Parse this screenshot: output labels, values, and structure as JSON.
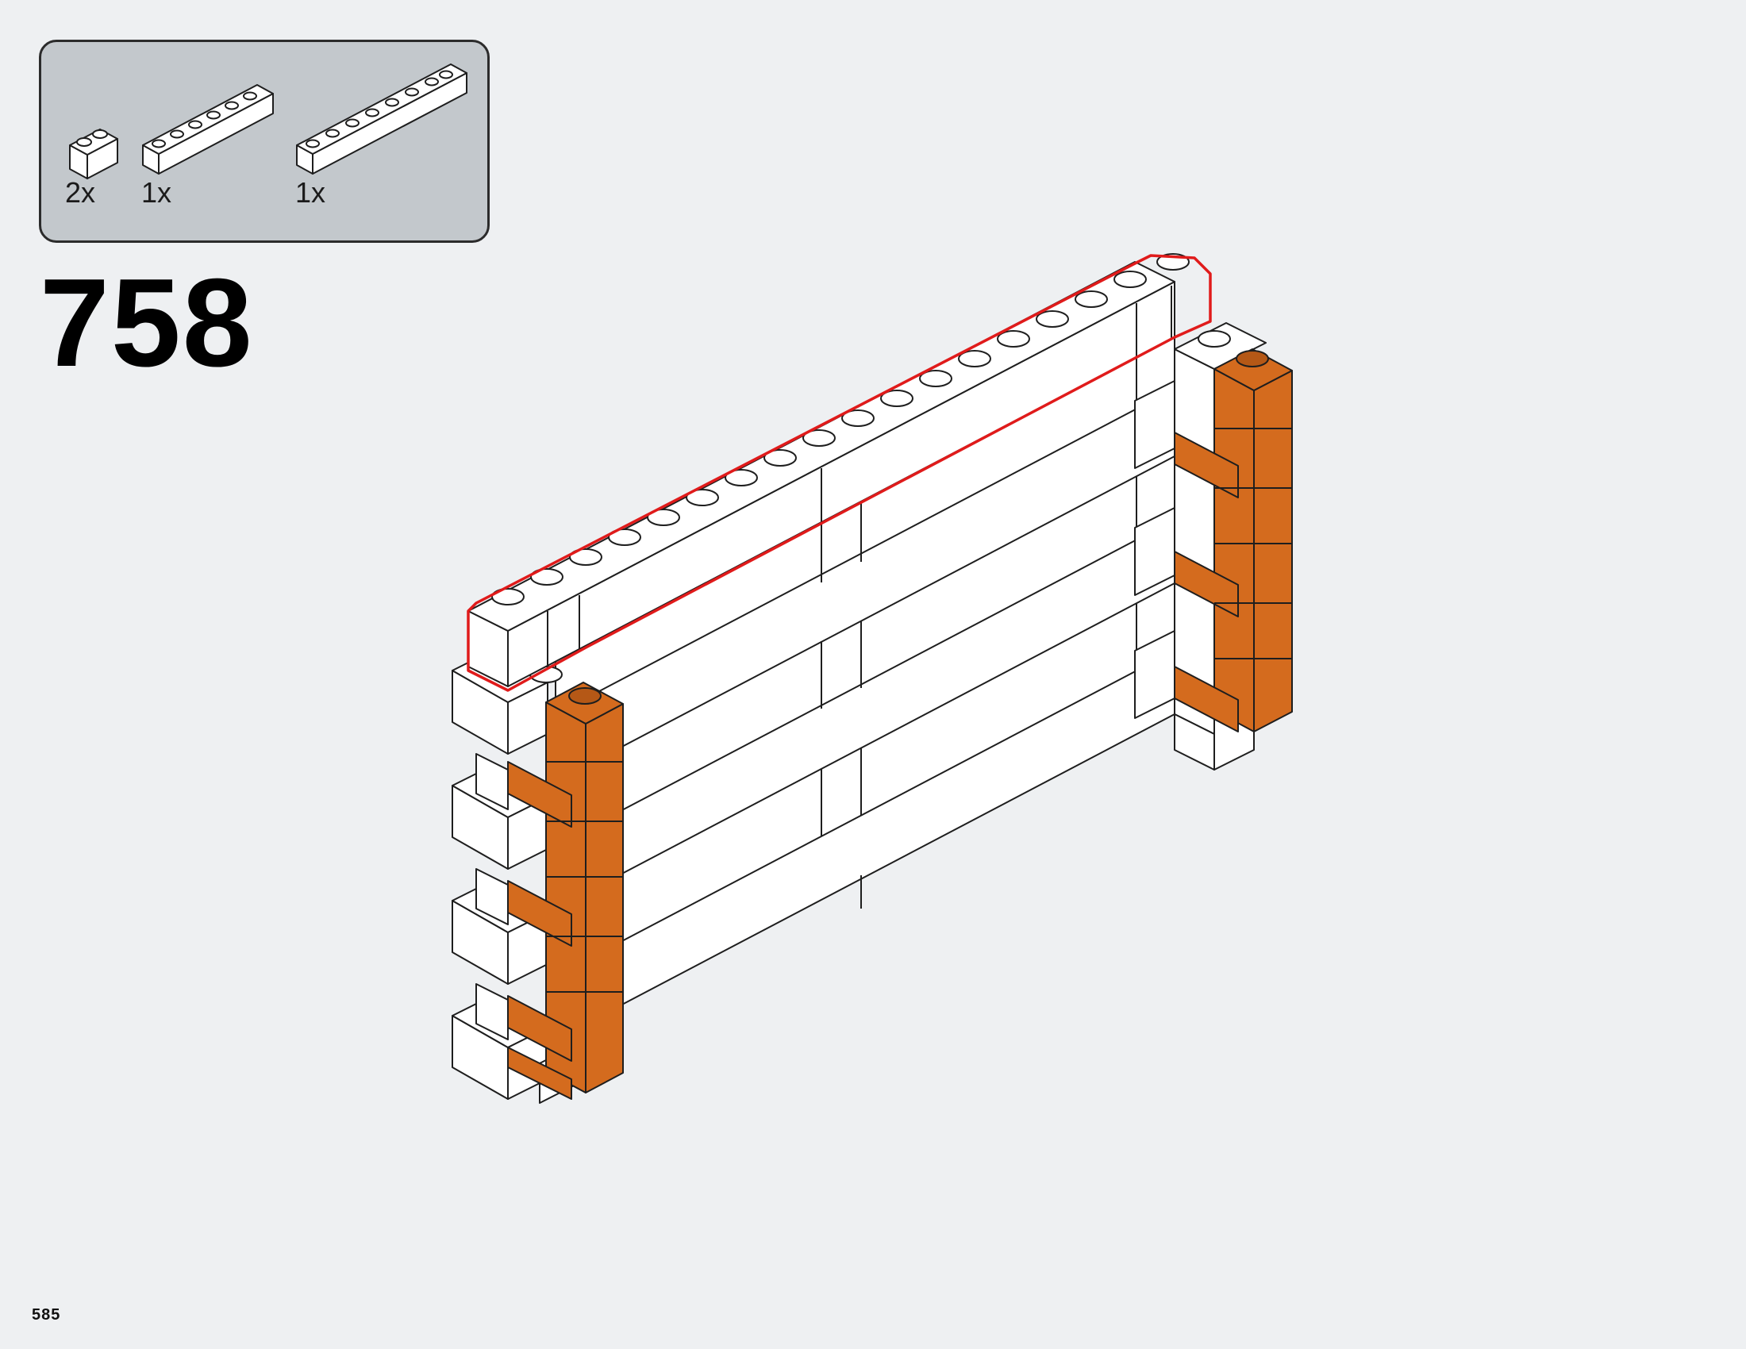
{
  "step": {
    "number": "758"
  },
  "parts_list": {
    "items": [
      {
        "name": "brick-1x2-round-corner",
        "quantity": "2x",
        "color": "#ffffff"
      },
      {
        "name": "brick-1x6",
        "quantity": "1x",
        "color": "#ffffff"
      },
      {
        "name": "brick-1x8",
        "quantity": "1x",
        "color": "#ffffff"
      }
    ]
  },
  "highlight_color": "#e01b1b",
  "brick_colors": {
    "white": "#ffffff",
    "orange": "#d46b1e",
    "outline": "#1e1e1e"
  },
  "page": {
    "number": "585"
  }
}
